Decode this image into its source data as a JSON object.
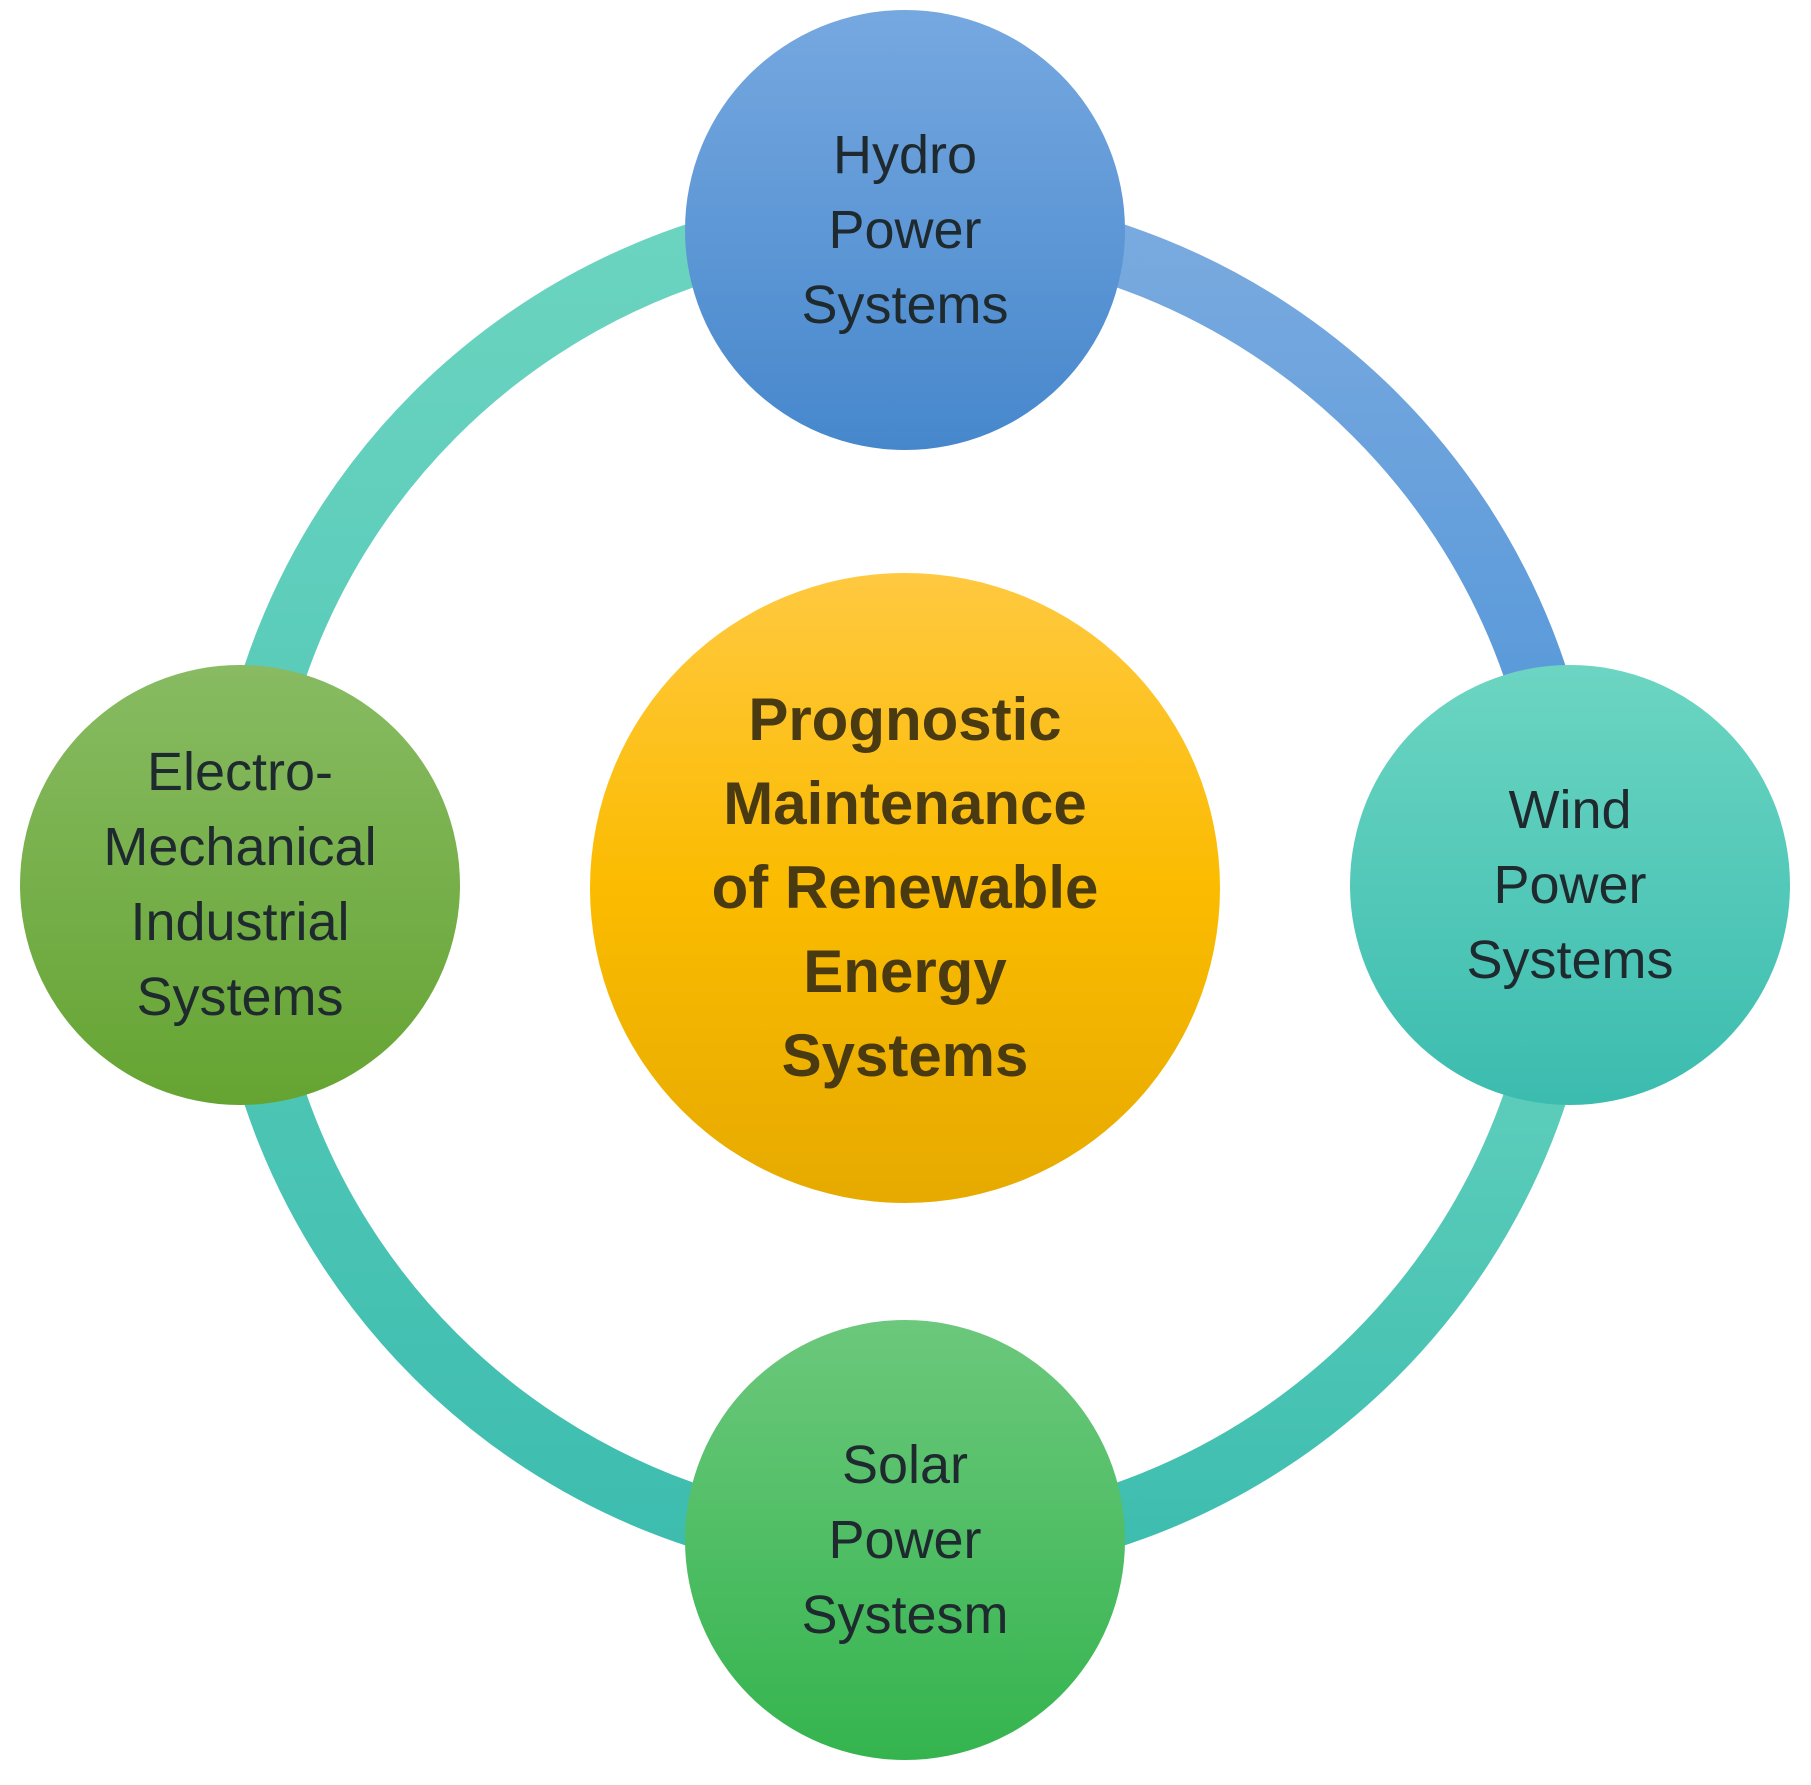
{
  "diagram": {
    "center": {
      "lines": [
        "Prognostic",
        "Maintenance",
        "of Renewable",
        "Energy",
        "Systems"
      ],
      "color": "#fbbf24"
    },
    "nodes": {
      "top": {
        "lines": [
          "Hydro",
          "Power",
          "Systems"
        ],
        "color": "#5b9bd5"
      },
      "right": {
        "lines": [
          "Wind",
          "Power",
          "Systems"
        ],
        "color": "#48c9b0"
      },
      "bottom": {
        "lines": [
          "Solar",
          "Power",
          "Systesm"
        ],
        "color": "#3cbc5a"
      },
      "left": {
        "lines": [
          "Electro-",
          "Mechanical",
          "Industrial",
          "Systems"
        ],
        "color": "#74ac44"
      }
    },
    "ring_colors": {
      "blue_arc": "#5b9bd5",
      "teal_arc": "#4ecbb6"
    }
  }
}
